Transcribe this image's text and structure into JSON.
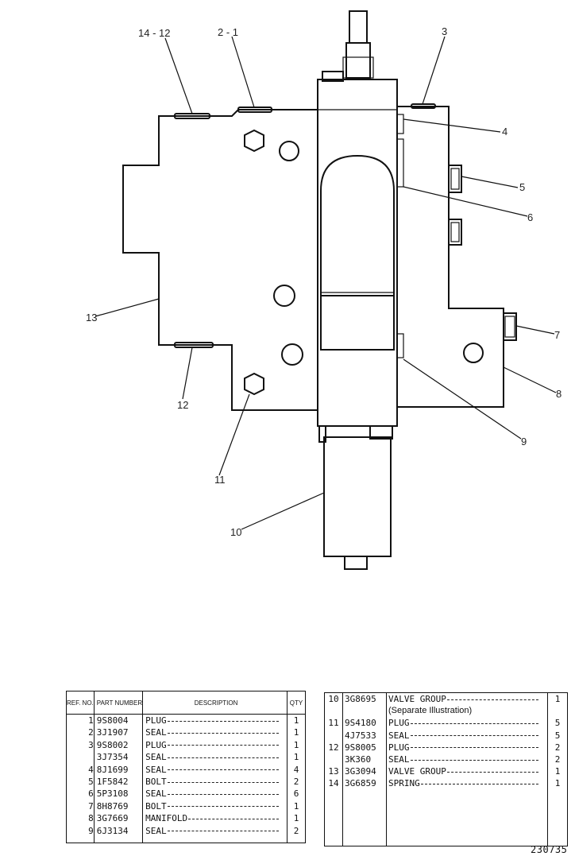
{
  "callouts": [
    {
      "id": "c-14-12",
      "text": "14 - 12"
    },
    {
      "id": "c-2-1",
      "text": "2 - 1"
    },
    {
      "id": "c-3",
      "text": "3"
    },
    {
      "id": "c-4",
      "text": "4"
    },
    {
      "id": "c-5",
      "text": "5"
    },
    {
      "id": "c-6",
      "text": "6"
    },
    {
      "id": "c-7",
      "text": "7"
    },
    {
      "id": "c-8",
      "text": "8"
    },
    {
      "id": "c-9",
      "text": "9"
    },
    {
      "id": "c-10",
      "text": "10"
    },
    {
      "id": "c-11",
      "text": "11"
    },
    {
      "id": "c-12",
      "text": "12"
    },
    {
      "id": "c-13",
      "text": "13"
    }
  ],
  "left_table": {
    "headers": {
      "ref": "REF. NO.",
      "part": "PART NUMBER",
      "desc": "DESCRIPTION",
      "qty": "QTY"
    },
    "rows": [
      {
        "ref": "1",
        "part": "9S8004",
        "desc": "PLUG",
        "qty": "1"
      },
      {
        "ref": "2",
        "part": "3J1907",
        "desc": "SEAL",
        "qty": "1"
      },
      {
        "ref": "3",
        "part": "9S8002",
        "desc": "PLUG",
        "qty": "1"
      },
      {
        "ref": "",
        "part": "3J7354",
        "desc": "SEAL",
        "qty": "1"
      },
      {
        "ref": "4",
        "part": "8J1699",
        "desc": "SEAL",
        "qty": "4"
      },
      {
        "ref": "5",
        "part": "1F5842",
        "desc": "BOLT",
        "qty": "2"
      },
      {
        "ref": "6",
        "part": "5P3108",
        "desc": "SEAL",
        "qty": "6"
      },
      {
        "ref": "7",
        "part": "8H8769",
        "desc": "BOLT",
        "qty": "1"
      },
      {
        "ref": "8",
        "part": "3G7669",
        "desc": "MANIFOLD",
        "qty": "1"
      },
      {
        "ref": "9",
        "part": "6J3134",
        "desc": "SEAL",
        "qty": "2"
      }
    ]
  },
  "right_table": {
    "rows": [
      {
        "ref": "10",
        "part": "3G8695",
        "desc": "VALVE GROUP",
        "qty": "1"
      },
      {
        "ref": "",
        "part": "",
        "desc": "(Separate Illustration)",
        "qty": ""
      },
      {
        "ref": "11",
        "part": "9S4180",
        "desc": "PLUG",
        "qty": "5"
      },
      {
        "ref": "",
        "part": "4J7533",
        "desc": "SEAL",
        "qty": "5"
      },
      {
        "ref": "12",
        "part": "9S8005",
        "desc": "PLUG",
        "qty": "2"
      },
      {
        "ref": "",
        "part": "3K360",
        "desc": "SEAL",
        "qty": "2"
      },
      {
        "ref": "13",
        "part": "3G3094",
        "desc": "VALVE GROUP",
        "qty": "1"
      },
      {
        "ref": "14",
        "part": "3G6859",
        "desc": "SPRING",
        "qty": "1"
      }
    ]
  },
  "illustration_number": "230735"
}
